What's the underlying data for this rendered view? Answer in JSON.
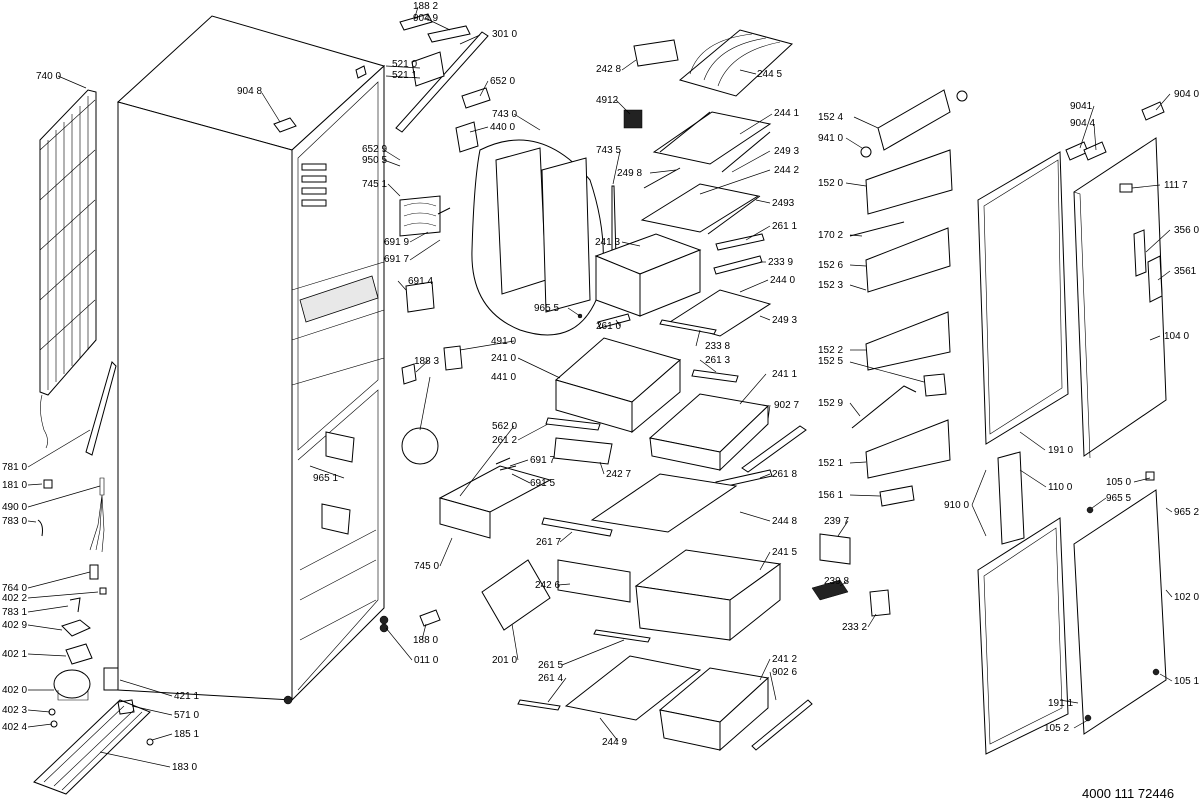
{
  "document_ref": "4000 111 72446",
  "labels": [
    {
      "id": "l1",
      "text": "188 2"
    },
    {
      "id": "l2",
      "text": "904 9"
    },
    {
      "id": "l3",
      "text": "301 0"
    },
    {
      "id": "l4",
      "text": "521 0"
    },
    {
      "id": "l5",
      "text": "521 1"
    },
    {
      "id": "l6",
      "text": "652 0"
    },
    {
      "id": "l7",
      "text": "740 0"
    },
    {
      "id": "l8",
      "text": "904 8"
    },
    {
      "id": "l9",
      "text": "743 0"
    },
    {
      "id": "l10",
      "text": "440 0"
    },
    {
      "id": "l11",
      "text": "652 9"
    },
    {
      "id": "l12",
      "text": "950 5"
    },
    {
      "id": "l13",
      "text": "745 1"
    },
    {
      "id": "l14",
      "text": "691 9"
    },
    {
      "id": "l15",
      "text": "691 7"
    },
    {
      "id": "l16",
      "text": "691 4"
    },
    {
      "id": "l17",
      "text": "242 8"
    },
    {
      "id": "l18",
      "text": "244 5"
    },
    {
      "id": "l19",
      "text": "4912"
    },
    {
      "id": "l20",
      "text": "244 1"
    },
    {
      "id": "l21",
      "text": "743 5"
    },
    {
      "id": "l22",
      "text": "249 8"
    },
    {
      "id": "l23",
      "text": "249 3"
    },
    {
      "id": "l24",
      "text": "244 2"
    },
    {
      "id": "l25",
      "text": "2493"
    },
    {
      "id": "l26",
      "text": "241 3"
    },
    {
      "id": "l27",
      "text": "261 1"
    },
    {
      "id": "l28",
      "text": "233 9"
    },
    {
      "id": "l29",
      "text": "244 0"
    },
    {
      "id": "l30",
      "text": "249 3"
    },
    {
      "id": "l31",
      "text": "965 5"
    },
    {
      "id": "l32",
      "text": "261 0"
    },
    {
      "id": "l33",
      "text": "233 8"
    },
    {
      "id": "l34",
      "text": "491 0"
    },
    {
      "id": "l35",
      "text": "261 3"
    },
    {
      "id": "l36",
      "text": "188 3"
    },
    {
      "id": "l37",
      "text": "241 0"
    },
    {
      "id": "l38",
      "text": "441 0"
    },
    {
      "id": "l39",
      "text": "241 1"
    },
    {
      "id": "l40",
      "text": "902 7"
    },
    {
      "id": "l41",
      "text": "562 0"
    },
    {
      "id": "l42",
      "text": "261 2"
    },
    {
      "id": "l43",
      "text": "965 1"
    },
    {
      "id": "l44",
      "text": "691 7"
    },
    {
      "id": "l45",
      "text": "242 7"
    },
    {
      "id": "l46",
      "text": "261 8"
    },
    {
      "id": "l47",
      "text": "691 5"
    },
    {
      "id": "l48",
      "text": "244 8"
    },
    {
      "id": "l49",
      "text": "261 7"
    },
    {
      "id": "l50",
      "text": "241 5"
    },
    {
      "id": "l51",
      "text": "745 0"
    },
    {
      "id": "l52",
      "text": "242 6"
    },
    {
      "id": "l53",
      "text": "201 0"
    },
    {
      "id": "l54",
      "text": "188 0"
    },
    {
      "id": "l55",
      "text": "011 0"
    },
    {
      "id": "l56",
      "text": "261 5"
    },
    {
      "id": "l57",
      "text": "261 4"
    },
    {
      "id": "l58",
      "text": "241 2"
    },
    {
      "id": "l59",
      "text": "902 6"
    },
    {
      "id": "l60",
      "text": "244 9"
    },
    {
      "id": "l61",
      "text": "781 0"
    },
    {
      "id": "l62",
      "text": "181 0"
    },
    {
      "id": "l63",
      "text": "490 0"
    },
    {
      "id": "l64",
      "text": "783 0"
    },
    {
      "id": "l65",
      "text": "764 0"
    },
    {
      "id": "l66",
      "text": "402 2"
    },
    {
      "id": "l67",
      "text": "783 1"
    },
    {
      "id": "l68",
      "text": "402 9"
    },
    {
      "id": "l69",
      "text": "402 1"
    },
    {
      "id": "l70",
      "text": "402 0"
    },
    {
      "id": "l71",
      "text": "421 1"
    },
    {
      "id": "l72",
      "text": "402 3"
    },
    {
      "id": "l73",
      "text": "571 0"
    },
    {
      "id": "l74",
      "text": "402 4"
    },
    {
      "id": "l75",
      "text": "185 1"
    },
    {
      "id": "l76",
      "text": "183 0"
    },
    {
      "id": "l77",
      "text": "152 4"
    },
    {
      "id": "l78",
      "text": "941 0"
    },
    {
      "id": "l79",
      "text": "152 0"
    },
    {
      "id": "l80",
      "text": "170 2"
    },
    {
      "id": "l81",
      "text": "152 6"
    },
    {
      "id": "l82",
      "text": "152 3"
    },
    {
      "id": "l83",
      "text": "152 2"
    },
    {
      "id": "l84",
      "text": "152 5"
    },
    {
      "id": "l85",
      "text": "152 9"
    },
    {
      "id": "l86",
      "text": "152 1"
    },
    {
      "id": "l87",
      "text": "156 1"
    },
    {
      "id": "l88",
      "text": "239 7"
    },
    {
      "id": "l89",
      "text": "239 8"
    },
    {
      "id": "l90",
      "text": "233 2"
    },
    {
      "id": "l91",
      "text": "9041"
    },
    {
      "id": "l92",
      "text": "904 4"
    },
    {
      "id": "l93",
      "text": "904 0"
    },
    {
      "id": "l94",
      "text": "111 7"
    },
    {
      "id": "l95",
      "text": "356 0"
    },
    {
      "id": "l96",
      "text": "3561"
    },
    {
      "id": "l97",
      "text": "104 0"
    },
    {
      "id": "l98",
      "text": "191 0"
    },
    {
      "id": "l99",
      "text": "110 0"
    },
    {
      "id": "l100",
      "text": "910 0"
    },
    {
      "id": "l101",
      "text": "105 0"
    },
    {
      "id": "l102",
      "text": "965 5"
    },
    {
      "id": "l103",
      "text": "965 2"
    },
    {
      "id": "l104",
      "text": "102 0"
    },
    {
      "id": "l105",
      "text": "191 1"
    },
    {
      "id": "l106",
      "text": "105 2"
    },
    {
      "id": "l107",
      "text": "105 1"
    }
  ]
}
